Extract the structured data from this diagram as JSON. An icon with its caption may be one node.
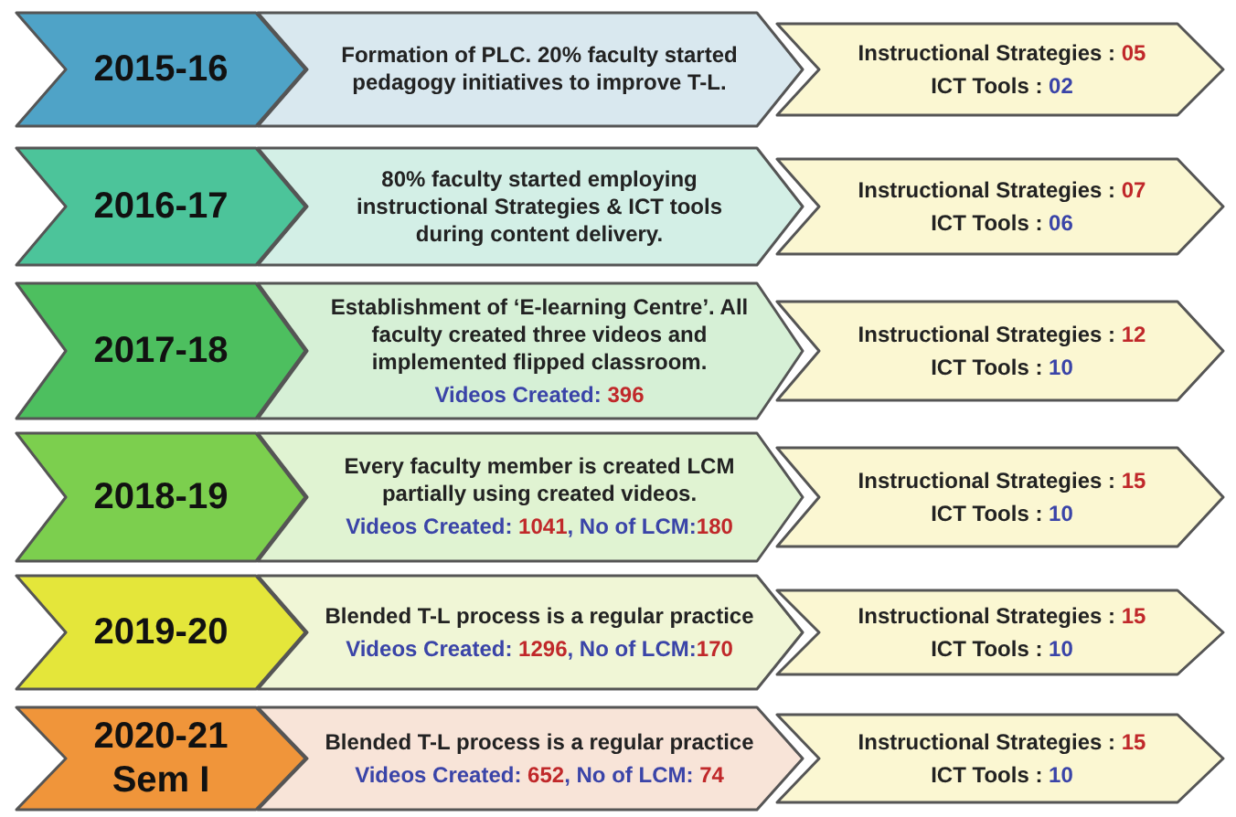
{
  "diagram": {
    "nodes": [
      {
        "text": [
          "2015-16"
        ]
      },
      {
        "text": [
          "Formation of PLC. 20% faculty started pedagogy initiatives to improve T-L."
        ]
      },
      {
        "text": [
          "Instructional Strategies : 05",
          "ICT Tools : 02"
        ]
      },
      {
        "text": [
          "2016-17"
        ]
      },
      {
        "text": [
          "80% faculty started employing instructional Strategies & ICT tools during content delivery."
        ]
      },
      {
        "text": [
          "Instructional Strategies : 07",
          "ICT Tools : 06"
        ]
      },
      {
        "text": [
          "2017-18"
        ]
      },
      {
        "text": [
          "Establishment of ‘E-learning Centre’.  All faculty created three videos  and implemented flipped classroom.",
          "Videos Created: 396"
        ]
      },
      {
        "text": [
          "Instructional Strategies : 12",
          "ICT Tools : 10"
        ]
      },
      {
        "text": [
          "2018-19"
        ]
      },
      {
        "text": [
          "Every  faculty member is created LCM partially using created videos.",
          "Videos Created: 1041, No of LCM:180"
        ]
      },
      {
        "text": [
          "Instructional Strategies : 15",
          "ICT Tools : 10"
        ]
      },
      {
        "text": [
          "2019-20"
        ]
      },
      {
        "text": [
          "Blended T-L process is a regular practice",
          "Videos Created: 1296,  No of LCM:170"
        ]
      },
      {
        "text": [
          "Instructional Strategies : 15",
          "ICT Tools : 10"
        ]
      },
      {
        "text": [
          "2020-21 Sem I"
        ]
      },
      {
        "text": [
          "Blended T-L process is a regular practice",
          "Videos Created: 652, No of LCM: 74"
        ]
      },
      {
        "text": [
          "Instructional Strategies : 15",
          "ICT Tools : 10"
        ]
      }
    ],
    "edges": []
  }
}
